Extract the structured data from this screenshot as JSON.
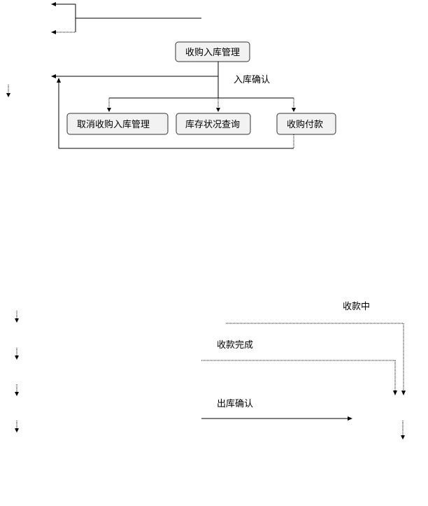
{
  "diagram": {
    "nodes": {
      "purchase_inbound_mgmt": "收购入库管理",
      "cancel_purchase_inbound_mgmt": "取消收购入库管理",
      "stock_status_query": "库存状况查询",
      "purchase_payment": "收购付款"
    },
    "edge_labels": {
      "inbound_confirm": "入库确认",
      "receiving": "收款中",
      "receipt_complete": "收款完成",
      "outbound_confirm": "出库确认"
    }
  }
}
